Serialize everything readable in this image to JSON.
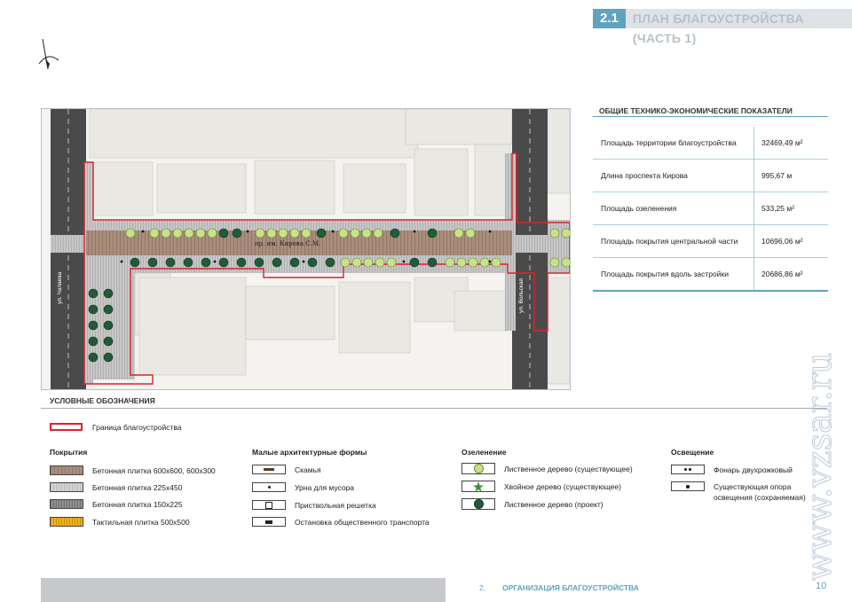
{
  "header": {
    "section_number": "2.1",
    "title": "ПЛАН БЛАГОУСТРОЙСТВА (ЧАСТЬ 1)"
  },
  "map": {
    "street_main": "пр. им. Кирова С.М.",
    "street_left": "ул. Чапаева",
    "street_right": "ул. Вольская"
  },
  "indicators": {
    "title": "ОБЩИЕ ТЕХНИКО-ЭКОНОМИЧЕСКИЕ ПОКАЗАТЕЛИ",
    "rows": [
      {
        "label": "Площадь территории благоустройства",
        "value": "32469,49 м²"
      },
      {
        "label": "Длина проспекта Кирова",
        "value": "995,67 м"
      },
      {
        "label": "Площадь озеленения",
        "value": "533,25 м²"
      },
      {
        "label": "Площадь покрытия центральной части",
        "value": "10696,06 м²"
      },
      {
        "label": "Площадь покрытия вдоль застройки",
        "value": "20686,86 м²"
      }
    ]
  },
  "legend": {
    "title": "УСЛОВНЫЕ ОБОЗНАЧЕНИЯ",
    "border_label": "Граница благоустройства",
    "coverings": {
      "title": "Покрытия",
      "items": [
        "Бетонная плитка 600х600, 600х300",
        "Бетонная плитка 225х450",
        "Бетонная плитка 150х225",
        "Тактильная плитка 500х500"
      ]
    },
    "saf": {
      "title": "Малые архитектурные формы",
      "items": [
        "Скамья",
        "Урна для мусора",
        "Приствольная решетка",
        "Остановка общественного транспорта"
      ]
    },
    "greenery": {
      "title": "Озеленение",
      "items": [
        "Лиственное дерево (существующее)",
        "Хвойное дерево (существующее)",
        "Лиственное дерево (проект)"
      ]
    },
    "lighting": {
      "title": "Освещение",
      "items": [
        "Фонарь двухрожковый",
        "Существующая опора освещения (сохраняемая)"
      ]
    }
  },
  "footer": {
    "section_number": "2.",
    "section_title": "ОРГАНИЗАЦИЯ БЛАГОУСТРОЙСТВА",
    "page": "10"
  },
  "watermark": "www.vzsar.ru",
  "colors": {
    "accent": "#5fa3bf",
    "border": "#d7242c",
    "tree_existing": "#c8e28a",
    "tree_project": "#1f5c3a"
  }
}
